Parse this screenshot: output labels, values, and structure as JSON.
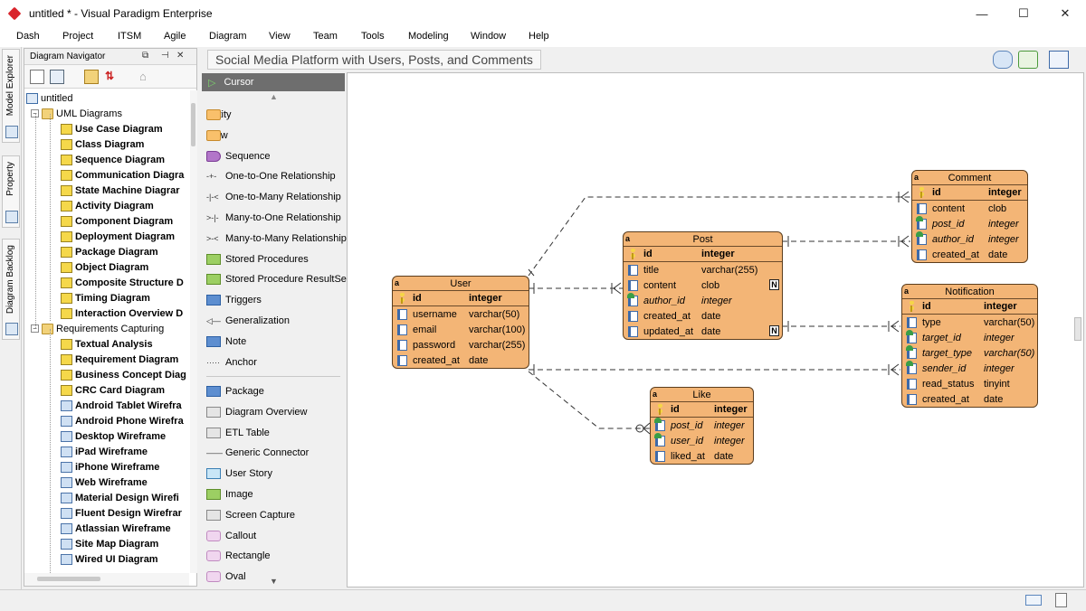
{
  "window": {
    "title": "untitled * - Visual Paradigm Enterprise",
    "minimize": "—",
    "maximize": "☐",
    "close": "✕"
  },
  "menu": [
    "Dash",
    "Project",
    "ITSM",
    "Agile",
    "Diagram",
    "View",
    "Team",
    "Tools",
    "Modeling",
    "Window",
    "Help"
  ],
  "side_tabs": {
    "model_explorer": "Model Explorer",
    "property": "Property",
    "diagram_backlog": "Diagram Backlog"
  },
  "navigator": {
    "title": "Diagram Navigator",
    "root": "untitled",
    "uml_folder": "UML Diagrams",
    "uml_items": [
      "Use Case Diagram",
      "Class Diagram",
      "Sequence Diagram",
      "Communication Diagra",
      "State Machine Diagrar",
      "Activity Diagram",
      "Component Diagram",
      "Deployment Diagram",
      "Package Diagram",
      "Object Diagram",
      "Composite Structure D",
      "Timing Diagram",
      "Interaction Overview D"
    ],
    "req_folder": "Requirements Capturing",
    "req_items": [
      "Textual Analysis",
      "Requirement Diagram",
      "Business Concept Diag",
      "CRC Card Diagram",
      "Android Tablet Wirefra",
      "Android Phone Wirefra",
      "Desktop Wireframe",
      "iPad Wireframe",
      "iPhone Wireframe",
      "Web Wireframe",
      "Material Design Wirefi",
      "Fluent Design Wirefrar",
      "Atlassian Wireframe",
      "Site Map Diagram",
      "Wired UI Diagram"
    ]
  },
  "palette": {
    "cursor": "Cursor",
    "items": [
      "Entity",
      "View",
      "Sequence",
      "One-to-One Relationship",
      "One-to-Many Relationship",
      "Many-to-One Relationship",
      "Many-to-Many Relationship",
      "Stored Procedures",
      "Stored Procedure ResultSet",
      "Triggers",
      "Generalization",
      "Note",
      "Anchor"
    ],
    "items2": [
      "Package",
      "Diagram Overview",
      "ETL Table",
      "Generic Connector",
      "User Story",
      "Image",
      "Screen Capture",
      "Callout",
      "Rectangle",
      "Oval"
    ]
  },
  "diagram": {
    "breadcrumb": "Social Media Platform with Users, Posts, and Comments",
    "entities": {
      "user": {
        "name": "User",
        "columns": [
          {
            "name": "id",
            "type": "integer",
            "kind": "pk"
          },
          {
            "name": "username",
            "type": "varchar(50)",
            "kind": "field"
          },
          {
            "name": "email",
            "type": "varchar(100)",
            "kind": "field"
          },
          {
            "name": "password",
            "type": "varchar(255)",
            "kind": "field"
          },
          {
            "name": "created_at",
            "type": "date",
            "kind": "field"
          }
        ]
      },
      "post": {
        "name": "Post",
        "columns": [
          {
            "name": "id",
            "type": "integer",
            "kind": "pk"
          },
          {
            "name": "title",
            "type": "varchar(255)",
            "kind": "field"
          },
          {
            "name": "content",
            "type": "clob",
            "kind": "field",
            "badge": "N"
          },
          {
            "name": "author_id",
            "type": "integer",
            "kind": "fk"
          },
          {
            "name": "created_at",
            "type": "date",
            "kind": "field"
          },
          {
            "name": "updated_at",
            "type": "date",
            "kind": "field",
            "badge": "N"
          }
        ]
      },
      "comment": {
        "name": "Comment",
        "columns": [
          {
            "name": "id",
            "type": "integer",
            "kind": "pk"
          },
          {
            "name": "content",
            "type": "clob",
            "kind": "field"
          },
          {
            "name": "post_id",
            "type": "integer",
            "kind": "fk"
          },
          {
            "name": "author_id",
            "type": "integer",
            "kind": "fk"
          },
          {
            "name": "created_at",
            "type": "date",
            "kind": "field"
          }
        ]
      },
      "notification": {
        "name": "Notification",
        "columns": [
          {
            "name": "id",
            "type": "integer",
            "kind": "pk"
          },
          {
            "name": "type",
            "type": "varchar(50)",
            "kind": "field"
          },
          {
            "name": "target_id",
            "type": "integer",
            "kind": "fk"
          },
          {
            "name": "target_type",
            "type": "varchar(50)",
            "kind": "fk"
          },
          {
            "name": "sender_id",
            "type": "integer",
            "kind": "fk"
          },
          {
            "name": "read_status",
            "type": "tinyint",
            "kind": "field"
          },
          {
            "name": "created_at",
            "type": "date",
            "kind": "field"
          }
        ]
      },
      "like": {
        "name": "Like",
        "columns": [
          {
            "name": "id",
            "type": "integer",
            "kind": "pk"
          },
          {
            "name": "post_id",
            "type": "integer",
            "kind": "fk"
          },
          {
            "name": "user_id",
            "type": "integer",
            "kind": "fk"
          },
          {
            "name": "liked_at",
            "type": "date",
            "kind": "field"
          }
        ]
      }
    },
    "entity_marker": "a"
  },
  "colors": {
    "entity_fill": "#f3b576",
    "entity_border": "#5b3d1d",
    "cursor_bg": "#6e6e6e"
  }
}
